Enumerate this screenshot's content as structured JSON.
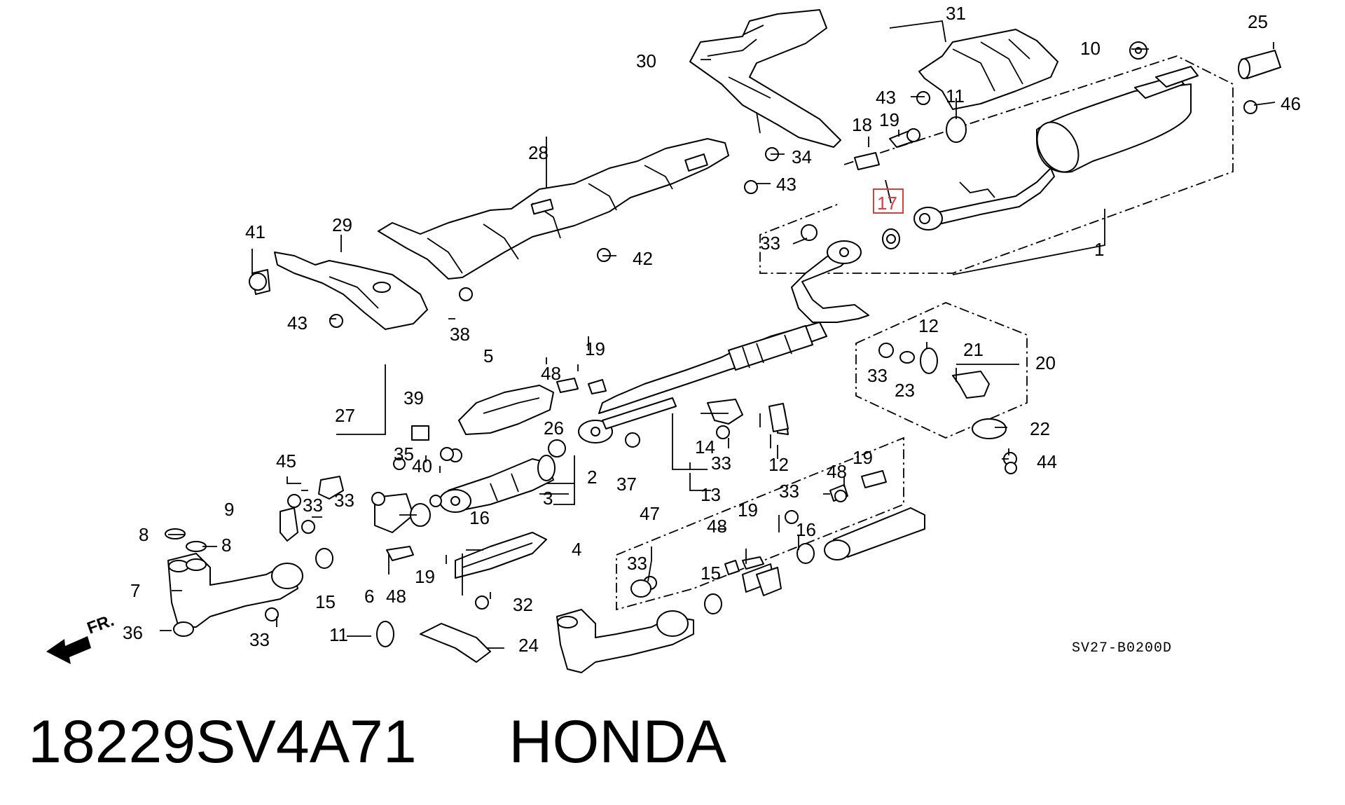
{
  "diagram": {
    "drawing_code": "SV27-B0200D",
    "front_indicator": "FR.",
    "highlighted_callout": "17",
    "highlight_color": "#e03c3c",
    "callouts": [
      "1",
      "2",
      "3",
      "4",
      "5",
      "6",
      "7",
      "8",
      "9",
      "10",
      "11",
      "12",
      "13",
      "14",
      "15",
      "16",
      "17",
      "18",
      "19",
      "20",
      "21",
      "22",
      "23",
      "24",
      "25",
      "26",
      "27",
      "28",
      "29",
      "30",
      "31",
      "32",
      "33",
      "34",
      "35",
      "36",
      "37",
      "38",
      "39",
      "40",
      "41",
      "42",
      "43",
      "44",
      "45",
      "46",
      "47",
      "48"
    ]
  },
  "footer": {
    "part_number": "18229SV4A71",
    "brand": "HONDA"
  }
}
